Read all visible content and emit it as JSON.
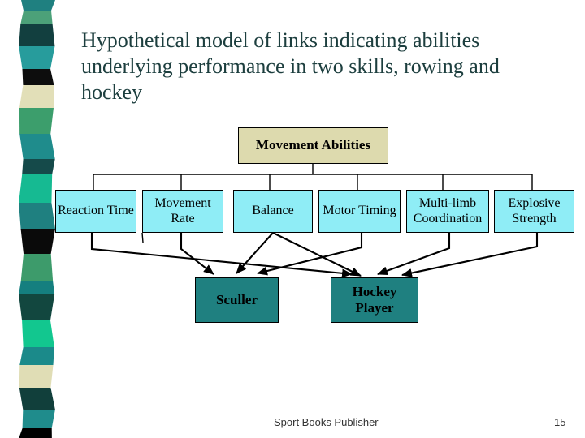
{
  "slide": {
    "title_lines": [
      "Hypothetical model of links indicating abilities",
      "underlying performance in two skills, rowing and",
      "hockey"
    ],
    "footer": "Sport Books Publisher",
    "page_number": "15"
  },
  "diagram": {
    "root": {
      "id": "movement_abilities",
      "label": "Movement Abilities"
    },
    "abilities": [
      {
        "id": "reaction_time",
        "label": "Reaction Time"
      },
      {
        "id": "movement_rate",
        "label": "Movement Rate"
      },
      {
        "id": "balance",
        "label": "Balance"
      },
      {
        "id": "motor_timing",
        "label": "Motor Timing"
      },
      {
        "id": "multilimb_coordination",
        "label": "Multi-limb Coordination"
      },
      {
        "id": "explosive_strength",
        "label": "Explosive Strength"
      }
    ],
    "skills": [
      {
        "id": "sculler",
        "label": "Sculler"
      },
      {
        "id": "hockey_player",
        "label": "Hockey Player"
      }
    ],
    "links": [
      {
        "from": "movement_rate",
        "to": "sculler"
      },
      {
        "from": "balance",
        "to": "sculler"
      },
      {
        "from": "motor_timing",
        "to": "sculler"
      },
      {
        "from": "reaction_time",
        "to": "hockey_player"
      },
      {
        "from": "balance",
        "to": "hockey_player"
      },
      {
        "from": "multilimb_coordination",
        "to": "hockey_player"
      },
      {
        "from": "explosive_strength",
        "to": "hockey_player"
      }
    ]
  },
  "colors": {
    "title_text": "#1C3E3E",
    "box_border": "#000000",
    "connector_line": "#000000",
    "root_box_fill": "#DDDAAE",
    "ability_box_fill": "#8FEDF6",
    "skill_box_fill": "#1F8080",
    "strip_blocks": [
      {
        "color": "#1F8080",
        "height": 13
      },
      {
        "color": "#4CA179",
        "height": 17
      },
      {
        "color": "#123F3F",
        "height": 27
      },
      {
        "color": "#279C9C",
        "height": 28
      },
      {
        "color": "#0D0D0D",
        "height": 20
      },
      {
        "color": "#E2DFB8",
        "height": 28
      },
      {
        "color": "#3C9E6C",
        "height": 32
      },
      {
        "color": "#1F8C8C",
        "height": 31
      },
      {
        "color": "#154A4A",
        "height": 19
      },
      {
        "color": "#16BA92",
        "height": 35
      },
      {
        "color": "#1F8080",
        "height": 32
      },
      {
        "color": "#0A0A0A",
        "height": 31
      },
      {
        "color": "#3D9B6B",
        "height": 34
      },
      {
        "color": "#157F7F",
        "height": 16
      },
      {
        "color": "#12473F",
        "height": 32
      },
      {
        "color": "#12C78F",
        "height": 33
      },
      {
        "color": "#1B8A8A",
        "height": 22
      },
      {
        "color": "#E0DDB5",
        "height": 28
      },
      {
        "color": "#113F3B",
        "height": 27
      },
      {
        "color": "#1F8C8C",
        "height": 23
      },
      {
        "color": "#000000",
        "height": 12
      }
    ]
  }
}
